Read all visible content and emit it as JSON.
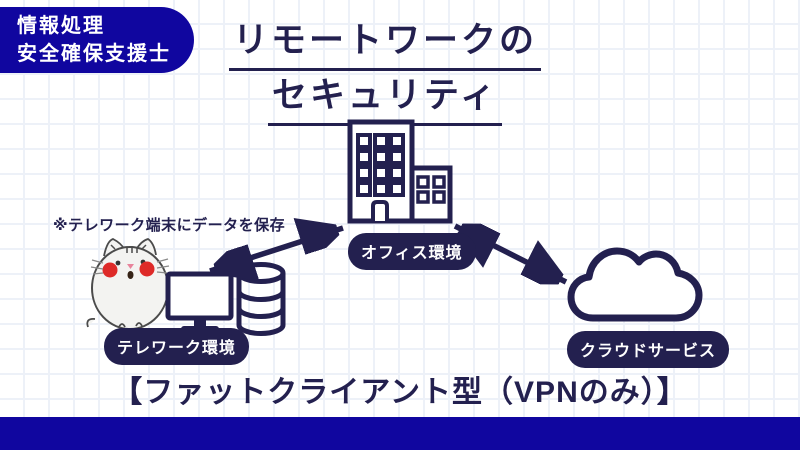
{
  "slide": {
    "badge": {
      "line1": "情報処理",
      "line2": "安全確保支援士"
    },
    "title": {
      "line1": "リモートワークの",
      "line2": "セキュリティ"
    },
    "note": "※テレワーク端末にデータを保存",
    "nodes": {
      "office": {
        "label": "オフィス環境",
        "icon": "building-icon"
      },
      "telework": {
        "label": "テレワーク環境",
        "icons": [
          "cat-icon",
          "monitor-icon",
          "database-icon"
        ]
      },
      "cloud": {
        "label": "クラウドサービス",
        "icon": "cloud-icon"
      }
    },
    "connections": [
      {
        "from": "telework",
        "to": "office",
        "style": "double-headed-arrow"
      },
      {
        "from": "office",
        "to": "cloud",
        "style": "double-headed-arrow"
      }
    ],
    "caption": "【ファットクライアント型（VPNのみ）】",
    "colors": {
      "accent_blue": "#10069f",
      "ink_navy": "#23204f",
      "grid_line": "#edf1f8",
      "background": "#ffffff",
      "cheek_red": "#de2a28",
      "cat_body": "#f3f3f1",
      "cat_outline": "#4b4b4b"
    }
  }
}
